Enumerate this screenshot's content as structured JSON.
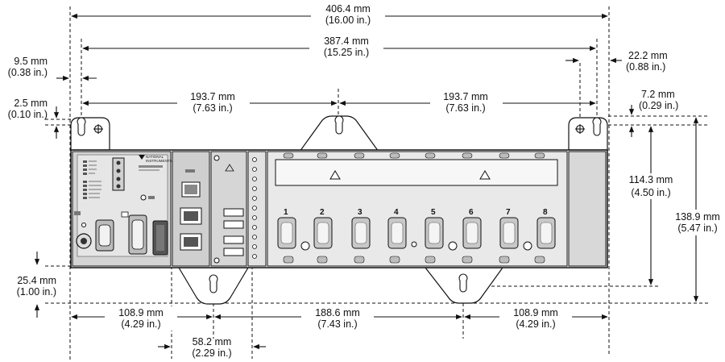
{
  "dimensions": {
    "overall_width": {
      "mm": "406.4 mm",
      "in": "(16.00 in.)"
    },
    "hole_span": {
      "mm": "387.4 mm",
      "in": "(15.25 in.)"
    },
    "left_hole_offset": {
      "mm": "9.5 mm",
      "in": "(0.38 in.)"
    },
    "right_hole_offset": {
      "mm": "22.2 mm",
      "in": "(0.88 in.)"
    },
    "half_span_left": {
      "mm": "193.7 mm",
      "in": "(7.63 in.)"
    },
    "half_span_right": {
      "mm": "193.7 mm",
      "in": "(7.63 in.)"
    },
    "top_flange_height": {
      "mm": "2.5 mm",
      "in": "(0.10 in.)"
    },
    "right_flange_height": {
      "mm": "7.2 mm",
      "in": "(0.29 in.)"
    },
    "hole_vertical_span": {
      "mm": "114.3 mm",
      "in": "(4.50 in.)"
    },
    "overall_height": {
      "mm": "138.9 mm",
      "in": "(5.47 in.)"
    },
    "bottom_flange_height": {
      "mm": "25.4 mm",
      "in": "(1.00 in.)"
    },
    "bottom_left": {
      "mm": "108.9 mm",
      "in": "(4.29 in.)"
    },
    "bottom_middle": {
      "mm": "188.6 mm",
      "in": "(7.43 in.)"
    },
    "bottom_right": {
      "mm": "108.9 mm",
      "in": "(4.29 in.)"
    },
    "lower_flange_offset": {
      "mm": "58.2 mm",
      "in": "(2.29 in.)"
    }
  },
  "device": {
    "brand_line1": "NATIONAL",
    "brand_line2": "INSTRUMENTS",
    "slot_numbers": [
      "1",
      "2",
      "3",
      "4",
      "5",
      "6",
      "7",
      "8"
    ]
  }
}
